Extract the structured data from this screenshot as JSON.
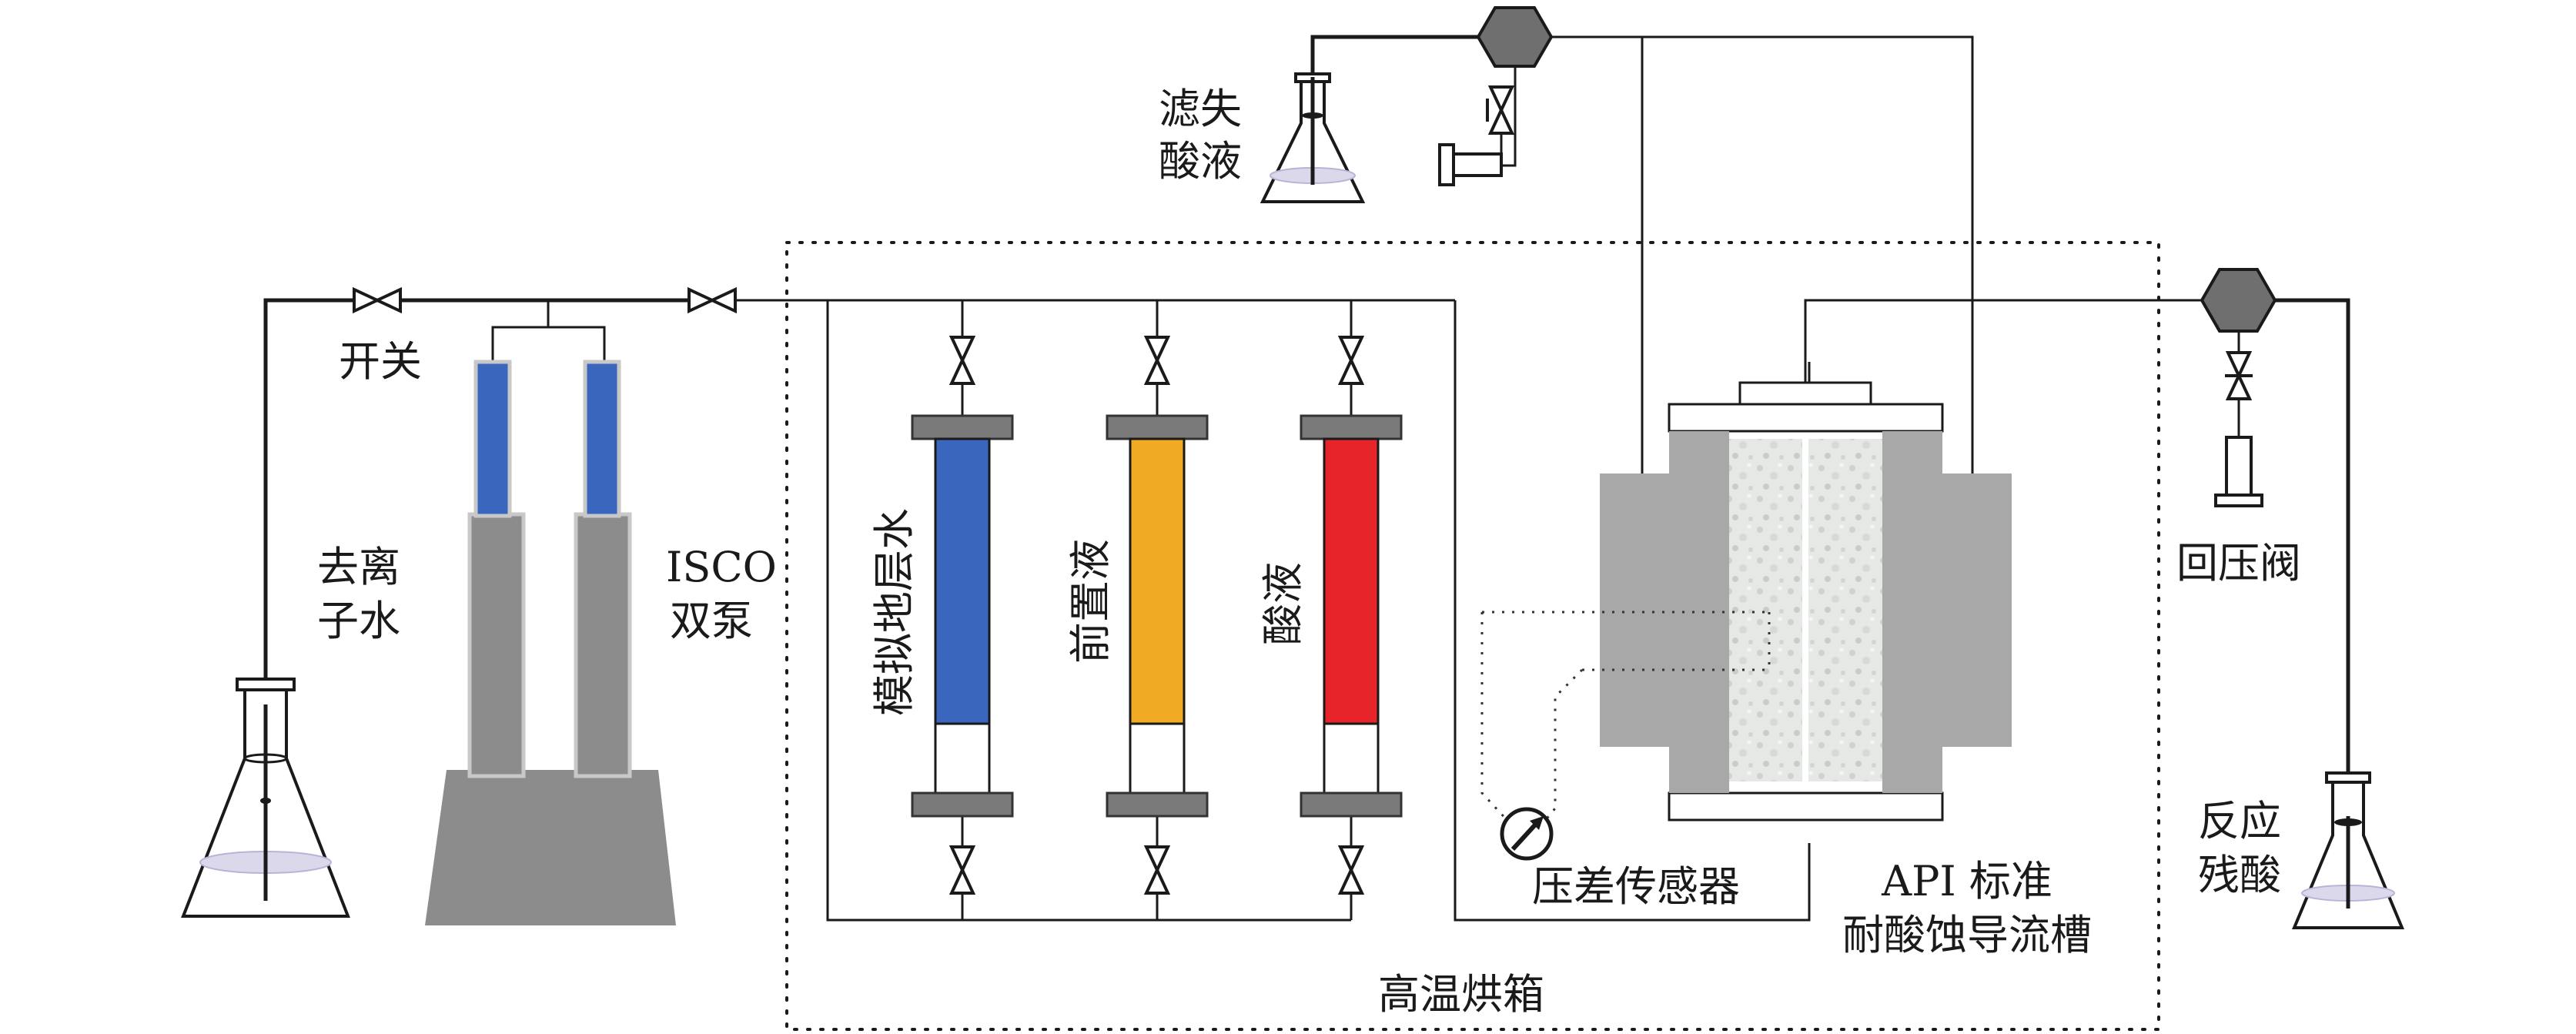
{
  "labels": {
    "filtrate_l1": "滤失",
    "filtrate_l2": "酸液",
    "switch": "开关",
    "di_water_l1": "去离",
    "di_water_l2": "子水",
    "isco_l1": "ISCO",
    "isco_l2": "双泵",
    "sim_water": "模拟地层水",
    "pre_fluid": "前置液",
    "acid": "酸液",
    "diff_sensor": "压差传感器",
    "api_l1": "API 标准",
    "api_l2": "耐酸蚀导流槽",
    "back_pressure": "回压阀",
    "residual_l1": "反应",
    "residual_l2": "残酸",
    "oven": "高温烘箱"
  },
  "colors": {
    "sim_water": "#3a66be",
    "pre_fluid": "#f0aa24",
    "acid": "#e8242b",
    "pump_liquid": "#3a66be",
    "metal": "#a8a8a8",
    "pump_body": "#8c8c8c",
    "flange": "#7a7a7a",
    "hex_valve": "#6f6f6f"
  },
  "icons": {
    "valve": "needle-valve-icon",
    "hex": "hex-junction-icon",
    "gauge": "pressure-gauge-icon",
    "flask": "erlenmeyer-flask-icon"
  }
}
